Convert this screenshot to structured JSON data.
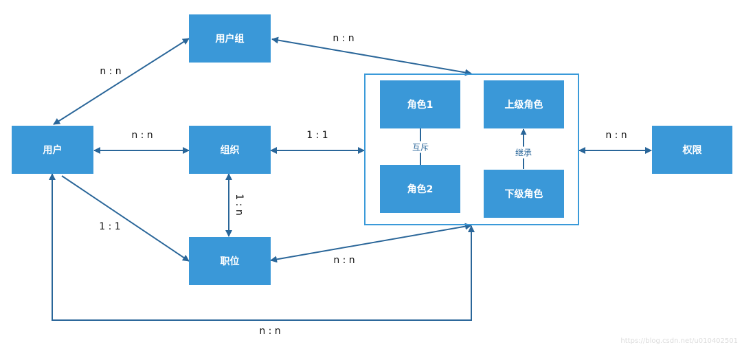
{
  "colors": {
    "box_fill": "#3a98d8",
    "edge": "#2a6699",
    "frame": "#3a9ad9",
    "inner_label": "#2a6699"
  },
  "nodes": {
    "user": "用户",
    "user_group": "用户组",
    "organization": "组织",
    "position": "职位",
    "permission": "权限",
    "role1": "角色1",
    "role2": "角色2",
    "superior_role": "上级角色",
    "subordinate_role": "下级角色"
  },
  "relations": {
    "user_usergroup": "n : n",
    "usergroup_roles": "n : n",
    "user_organization": "n : n",
    "organization_roles": "1 : 1",
    "organization_position": "1 : n",
    "user_position": "1 : 1",
    "position_roles": "n : n",
    "user_roles": "n : n",
    "roles_permission": "n : n",
    "role_mutex": "互斥",
    "role_inherit": "继承"
  },
  "watermark": "https://blog.csdn.net/u010402501"
}
